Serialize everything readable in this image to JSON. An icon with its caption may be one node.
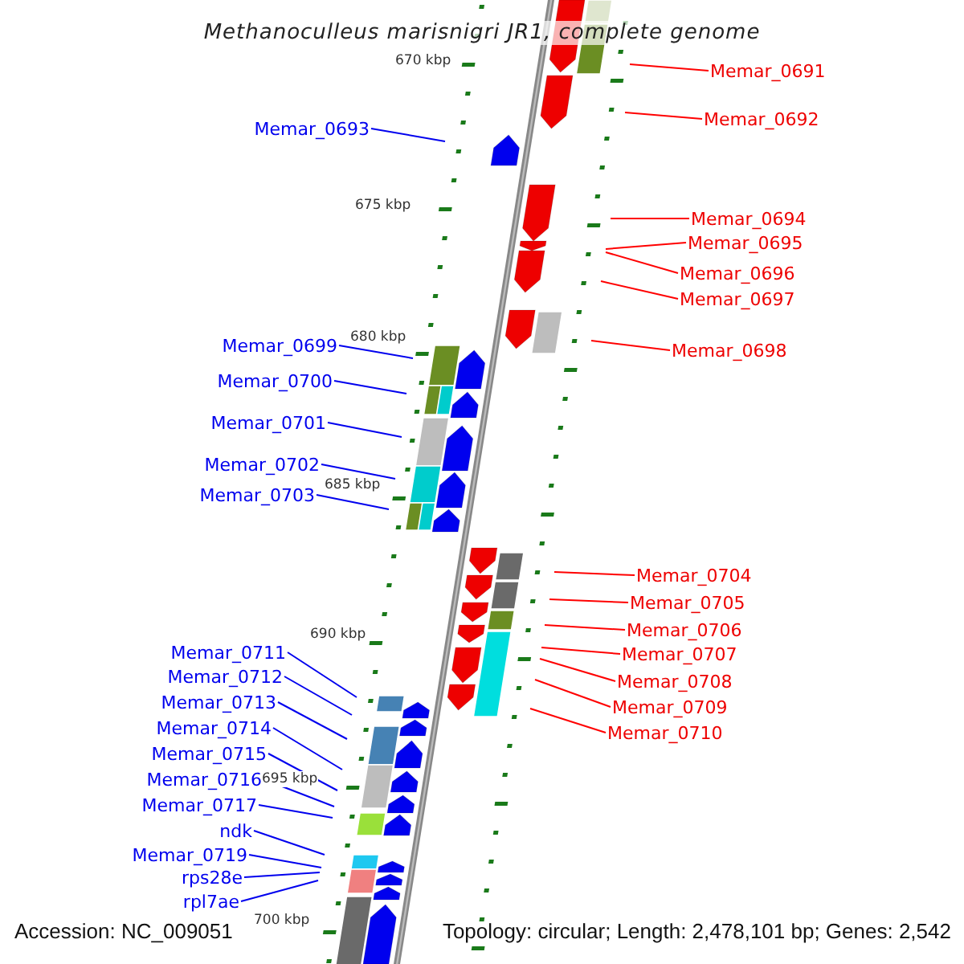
{
  "diagram": {
    "title": "Methanoculleus marisnigri JR1, complete genome",
    "nodes": [
      {
        "text": [
          "Memar_0691"
        ]
      },
      {
        "text": [
          "Memar_0692"
        ]
      },
      {
        "text": [
          "Memar_0693"
        ]
      },
      {
        "text": [
          "Memar_0694"
        ]
      },
      {
        "text": [
          "Memar_0695"
        ]
      },
      {
        "text": [
          "Memar_0696"
        ]
      },
      {
        "text": [
          "Memar_0697"
        ]
      },
      {
        "text": [
          "Memar_0699"
        ]
      },
      {
        "text": [
          "Memar_0698"
        ]
      },
      {
        "text": [
          "Memar_0700"
        ]
      },
      {
        "text": [
          "Memar_0701"
        ]
      },
      {
        "text": [
          "Memar_0702"
        ]
      },
      {
        "text": [
          "Memar_0703"
        ]
      },
      {
        "text": [
          "Memar_0704"
        ]
      },
      {
        "text": [
          "Memar_0705"
        ]
      },
      {
        "text": [
          "Memar_0706"
        ]
      },
      {
        "text": [
          "Memar_0711"
        ]
      },
      {
        "text": [
          "Memar_0707"
        ]
      },
      {
        "text": [
          "Memar_0712"
        ]
      },
      {
        "text": [
          "Memar_0708"
        ]
      },
      {
        "text": [
          "Memar_0713"
        ]
      },
      {
        "text": [
          "Memar_0709"
        ]
      },
      {
        "text": [
          "Memar_0714"
        ]
      },
      {
        "text": [
          "Memar_0710"
        ]
      },
      {
        "text": [
          "Memar_0715"
        ]
      },
      {
        "text": [
          "Memar_0716"
        ]
      },
      {
        "text": [
          "Memar_0717"
        ]
      },
      {
        "text": [
          "ndk"
        ]
      },
      {
        "text": [
          "Memar_0719"
        ]
      },
      {
        "text": [
          "rps28e"
        ]
      },
      {
        "text": [
          "rpl7ae"
        ]
      }
    ],
    "edges": [
      {
        "from": 0,
        "to": null,
        "arrow": "none",
        "color": "#ff0000"
      },
      {
        "from": 1,
        "to": null,
        "arrow": "none",
        "color": "#ff0000"
      },
      {
        "from": 2,
        "to": null,
        "arrow": "none"
      },
      {
        "from": 3,
        "to": null,
        "arrow": "none",
        "color": "#ff0000"
      },
      {
        "from": 4,
        "to": null,
        "arrow": "none",
        "color": "#ff0000"
      },
      {
        "from": 5,
        "to": null,
        "arrow": "none",
        "color": "#ff0000"
      },
      {
        "from": 6,
        "to": null,
        "arrow": "none",
        "color": "#ff0000"
      },
      {
        "from": 7,
        "to": null,
        "arrow": "none"
      },
      {
        "from": 8,
        "to": null,
        "arrow": "none",
        "color": "#ff0000"
      },
      {
        "from": 9,
        "to": null,
        "arrow": "none"
      },
      {
        "from": 10,
        "to": null,
        "arrow": "none"
      },
      {
        "from": 11,
        "to": null,
        "arrow": "none"
      },
      {
        "from": 12,
        "to": null,
        "arrow": "none"
      },
      {
        "from": 13,
        "to": null,
        "arrow": "none",
        "color": "#ff0000"
      },
      {
        "from": 14,
        "to": null,
        "arrow": "none",
        "color": "#ff0000"
      },
      {
        "from": 15,
        "to": null,
        "arrow": "none",
        "color": "#ff0000"
      },
      {
        "from": 16,
        "to": null,
        "arrow": "none"
      },
      {
        "from": 17,
        "to": null,
        "arrow": "none",
        "color": "#ff0000"
      },
      {
        "from": 18,
        "to": null,
        "arrow": "none"
      },
      {
        "from": 19,
        "to": null,
        "arrow": "none",
        "color": "#ff0000"
      },
      {
        "from": 20,
        "to": null,
        "arrow": "none"
      },
      {
        "from": 21,
        "to": null,
        "arrow": "none",
        "color": "#ff0000"
      },
      {
        "from": 22,
        "to": null,
        "arrow": "none"
      },
      {
        "from": 23,
        "to": null,
        "arrow": "none",
        "color": "#ff0000"
      },
      {
        "from": 24,
        "to": null,
        "arrow": "none"
      },
      {
        "from": 25,
        "to": null,
        "arrow": "none"
      },
      {
        "from": 26,
        "to": null,
        "arrow": "none"
      },
      {
        "from": 27,
        "to": null,
        "arrow": "none"
      },
      {
        "from": 28,
        "to": null,
        "arrow": "none"
      },
      {
        "from": 29,
        "to": null,
        "arrow": "none"
      },
      {
        "from": 30,
        "to": null,
        "arrow": "none"
      }
    ],
    "labels": [
      "670 kbp",
      "675 kbp",
      "680 kbp",
      "685 kbp",
      "690 kbp",
      "695 kbp",
      "700 kbp",
      "Accession: NC_009051",
      "Topology: circular; Length: 2,478,101 bp; Genes: 2,542"
    ]
  }
}
